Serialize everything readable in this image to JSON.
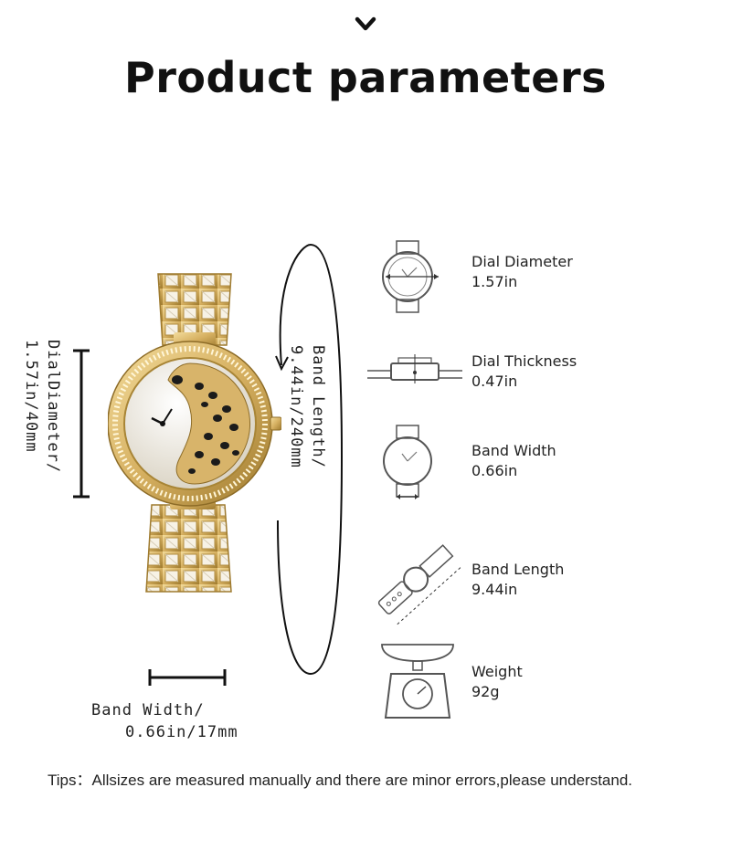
{
  "header": {
    "icon": "chevron-down-icon",
    "title": "Product parameters"
  },
  "dimensions": {
    "dial_diameter_text": "DialDiameter/",
    "dial_diameter_value": "1.57in/40mm",
    "band_length_text": "Band Length/",
    "band_length_value": "9.44in/240mm",
    "band_width_text": "Band Width/",
    "band_width_value": "0.66in/17mm"
  },
  "params": [
    {
      "label": "Dial Diameter",
      "value": "1.57in",
      "icon": "dial-diameter-icon"
    },
    {
      "label": "Dial Thickness",
      "value": "0.47in",
      "icon": "dial-thickness-icon"
    },
    {
      "label": "Band Width",
      "value": "0.66in",
      "icon": "band-width-icon"
    },
    {
      "label": "Band Length",
      "value": "9.44in",
      "icon": "band-length-icon"
    },
    {
      "label": "Weight",
      "value": "92g",
      "icon": "scale-icon"
    }
  ],
  "tips": "Tips：Allsizes are measured manually and there are minor errors,please understand.",
  "colors": {
    "gold": "#d9b56a",
    "gold_dark": "#a88536",
    "dial": "#efe9dc",
    "text": "#222222"
  }
}
